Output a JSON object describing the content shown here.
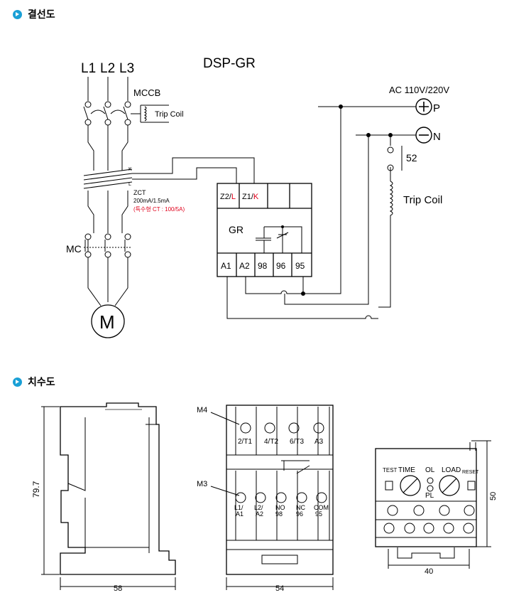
{
  "sections": {
    "wiring_title": "결선도",
    "dimension_title": "치수도"
  },
  "wiring": {
    "model": "DSP-GR",
    "line_labels": [
      "L1",
      "L2",
      "L3"
    ],
    "mccb": "MCCB",
    "trip_coil_left": "Trip Coil",
    "zct_k": "K",
    "zct_l": "L",
    "zct_name": "ZCT",
    "zct_rating": "200mA/1.5mA",
    "zct_special": "(특수형 CT : 100/5A)",
    "mc": "MC",
    "motor": "M",
    "power_label": "AC 110V/220V",
    "p_terminal": "P",
    "n_terminal": "N",
    "contact_52": "52",
    "trip_coil_right": "Trip Coil",
    "relay_name": "GR",
    "z2": "Z2/",
    "z2_suffix": "L",
    "z1": "Z1/",
    "z1_suffix": "K",
    "bottom_terminals": [
      "A1",
      "A2",
      "98",
      "96",
      "95"
    ]
  },
  "dimensions": {
    "height_side": "79.7",
    "width_side": "58",
    "width_front": "54",
    "screw_m4": "M4",
    "screw_m3": "M3",
    "top_terminals": [
      "2/T1",
      "4/T2",
      "6/T3",
      "A3"
    ],
    "bottom_terminals_top": [
      "L1/",
      "L2/",
      "NO",
      "NC",
      "COM"
    ],
    "bottom_terminals_bottom": [
      "A1",
      "A2",
      "98",
      "96",
      "95"
    ],
    "panel_test": "TEST",
    "panel_time": "TIME",
    "panel_ol": "OL",
    "panel_pl": "PL",
    "panel_load": "LOAD",
    "panel_reset": "RESET",
    "height_panel": "50",
    "width_panel": "40"
  },
  "colors": {
    "accent_red": "#e0001b",
    "bullet_blue": "#1aa0d6"
  }
}
